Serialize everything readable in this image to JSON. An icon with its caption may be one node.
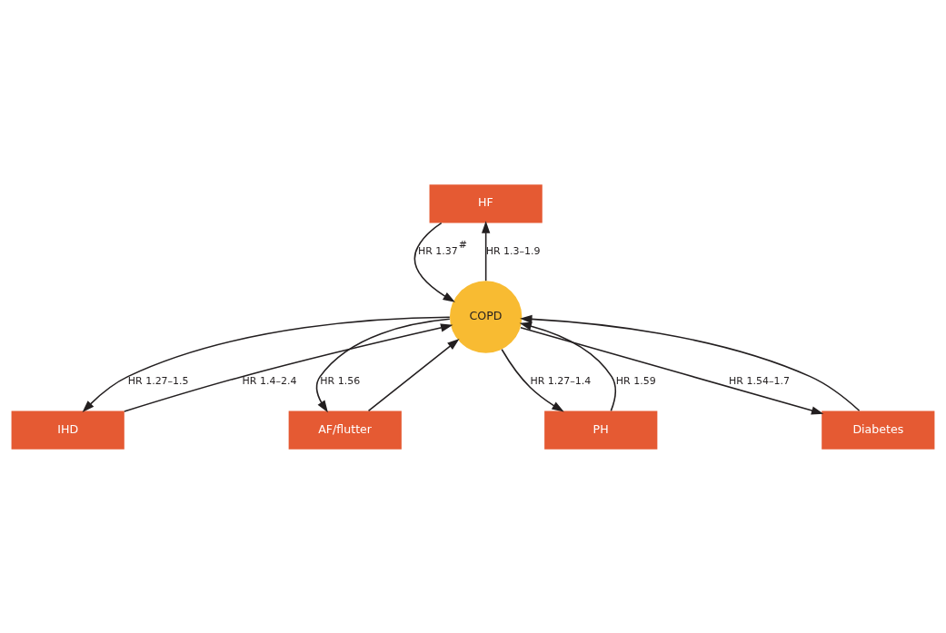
{
  "diagram": {
    "nodes": [
      {
        "text": [
          "HF"
        ]
      },
      {
        "text": [
          "IHD"
        ]
      },
      {
        "text": [
          "AF/flutter"
        ]
      },
      {
        "text": [
          "COPD"
        ]
      },
      {
        "text": [
          "PH"
        ]
      },
      {
        "text": [
          "Diabetes"
        ]
      }
    ],
    "edges": [
      {
        "from": 3,
        "to": 0,
        "arrow": "to",
        "label": "HR 1.3–1.9"
      },
      {
        "from": 0,
        "to": 3,
        "arrow": "to",
        "label": "HR 1.37$^{#}$"
      },
      {
        "from": 1,
        "to": 3,
        "arrow": "to",
        "label": "HR 1.4–2.4"
      },
      {
        "from": 3,
        "to": 1,
        "arrow": "to",
        "label": "HR 1.27–1.5"
      },
      {
        "from": 3,
        "to": 2,
        "arrow": "to",
        "label": "HR 1.56"
      },
      {
        "from": 2,
        "to": 3,
        "arrow": "to"
      },
      {
        "from": 4,
        "to": 3,
        "arrow": "to",
        "label": "HR 1.59"
      },
      {
        "from": 3,
        "to": 4,
        "arrow": "to",
        "label": "HR 1.27–1.4"
      },
      {
        "from": 3,
        "to": 5,
        "arrow": "to",
        "label": "HR 1.54–1.7"
      },
      {
        "from": 5,
        "to": 3,
        "arrow": "to"
      }
    ]
  }
}
